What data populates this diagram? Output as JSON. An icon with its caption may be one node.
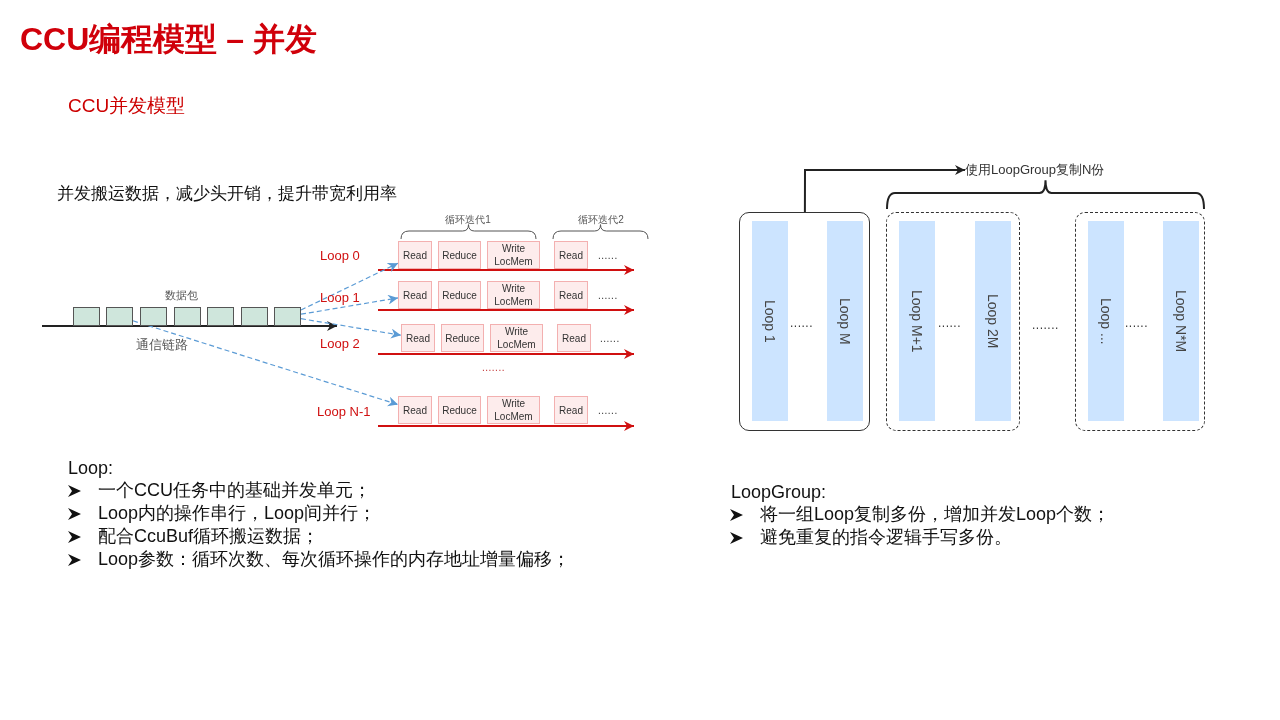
{
  "diagram": {
    "title": "CCU编程模型 – 并发",
    "nodes": [
      {
        "text": [],
        "shape": "box"
      },
      {
        "text": [],
        "shape": "box"
      },
      {
        "text": [],
        "shape": "box"
      },
      {
        "text": [],
        "shape": "box"
      },
      {
        "text": [],
        "shape": "box"
      },
      {
        "text": [],
        "shape": "box"
      },
      {
        "text": [],
        "shape": "box"
      },
      {
        "text": [
          "Read"
        ]
      },
      {
        "text": [
          "Reduce"
        ]
      },
      {
        "text": [
          "Write LocMem"
        ]
      },
      {
        "text": [
          "Read"
        ]
      },
      {
        "text": [
          "Read"
        ]
      },
      {
        "text": [
          "Reduce"
        ]
      },
      {
        "text": [
          "Write LocMem"
        ]
      },
      {
        "text": [
          "Read"
        ]
      },
      {
        "text": [
          "Read"
        ]
      },
      {
        "text": [
          "Reduce"
        ]
      },
      {
        "text": [
          "Write LocMem"
        ]
      },
      {
        "text": [
          "Read"
        ]
      },
      {
        "text": [
          "Read"
        ]
      },
      {
        "text": [
          "Reduce"
        ]
      },
      {
        "text": [
          "Write LocMem"
        ]
      },
      {
        "text": [
          "Read"
        ]
      },
      {
        "text": [],
        "shape": "box"
      },
      {
        "text": [
          "Loop 1"
        ],
        "in": 23
      },
      {
        "text": [
          "Loop M"
        ],
        "in": 23
      },
      {
        "text": [],
        "shape": "box"
      },
      {
        "text": [
          "Loop M+1"
        ],
        "in": 26
      },
      {
        "text": [
          "Loop 2M"
        ],
        "in": 26
      },
      {
        "text": [],
        "shape": "box"
      },
      {
        "text": [
          "Loop ..."
        ],
        "in": 29
      },
      {
        "text": [
          "Loop N*M"
        ],
        "in": 29
      },
      {
        "text": [
          "使用LoopGroup复制N份"
        ]
      }
    ],
    "edges": [
      {
        "from": 6,
        "to": 7,
        "arrow": "to",
        "style": "dashed",
        "color": "#5b9bd5"
      },
      {
        "from": 6,
        "to": 11,
        "arrow": "to",
        "style": "dashed",
        "color": "#5b9bd5"
      },
      {
        "from": 6,
        "to": 15,
        "arrow": "to",
        "style": "dashed",
        "color": "#5b9bd5"
      },
      {
        "from": 1,
        "to": 19,
        "arrow": "to",
        "style": "dashed",
        "color": "#5b9bd5"
      },
      {
        "from": 23,
        "to": 32,
        "arrow": "to",
        "color": "#222222"
      }
    ],
    "labels": [
      "CCU并发模型",
      "并发搬运数据，减少头开销，提升带宽利用率",
      "循环迭代1",
      "循环迭代2",
      "数据包",
      "通信链路",
      "Loop 0",
      "Loop 1",
      "Loop 2",
      "Loop N-1",
      "......",
      "......",
      "......",
      "......",
      ".......",
      "......",
      "......",
      ".......",
      "......",
      "Loop:",
      "一个CCU任务中的基础并发单元；",
      "Loop内的操作串行，Loop间并行；",
      "配合CcuBuf循环搬运数据；",
      "Loop参数：循环次数、每次循环操作的内存地址增量偏移；",
      "LoopGroup:",
      "将一组Loop复制多份，增加并发Loop个数；",
      "避免重复的指令逻辑手写多份。"
    ]
  }
}
